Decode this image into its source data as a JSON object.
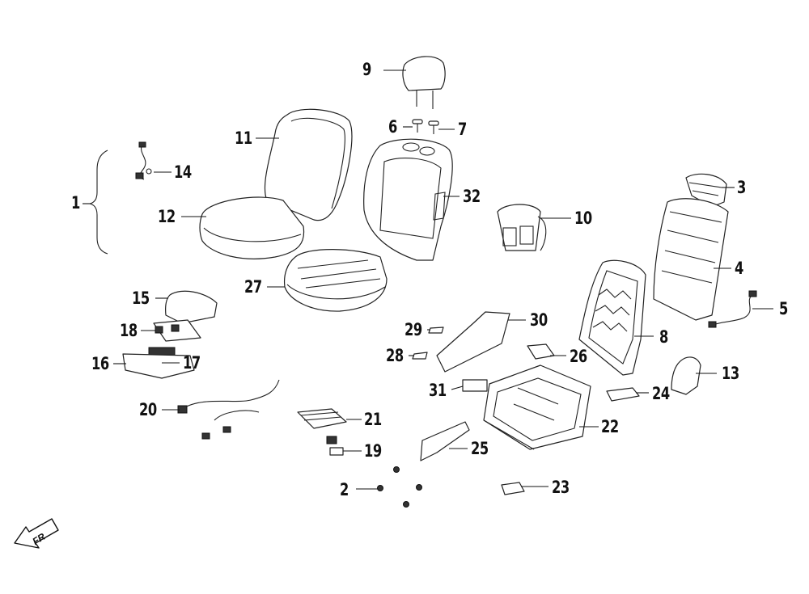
{
  "diagram": {
    "callouts": [
      "1",
      "2",
      "3",
      "4",
      "5",
      "6",
      "7",
      "8",
      "9",
      "10",
      "11",
      "12",
      "13",
      "14",
      "15",
      "16",
      "17",
      "18",
      "19",
      "20",
      "21",
      "22",
      "23",
      "24",
      "25",
      "26",
      "27",
      "28",
      "29",
      "30",
      "31",
      "32"
    ],
    "orientation_badge": "FR"
  }
}
